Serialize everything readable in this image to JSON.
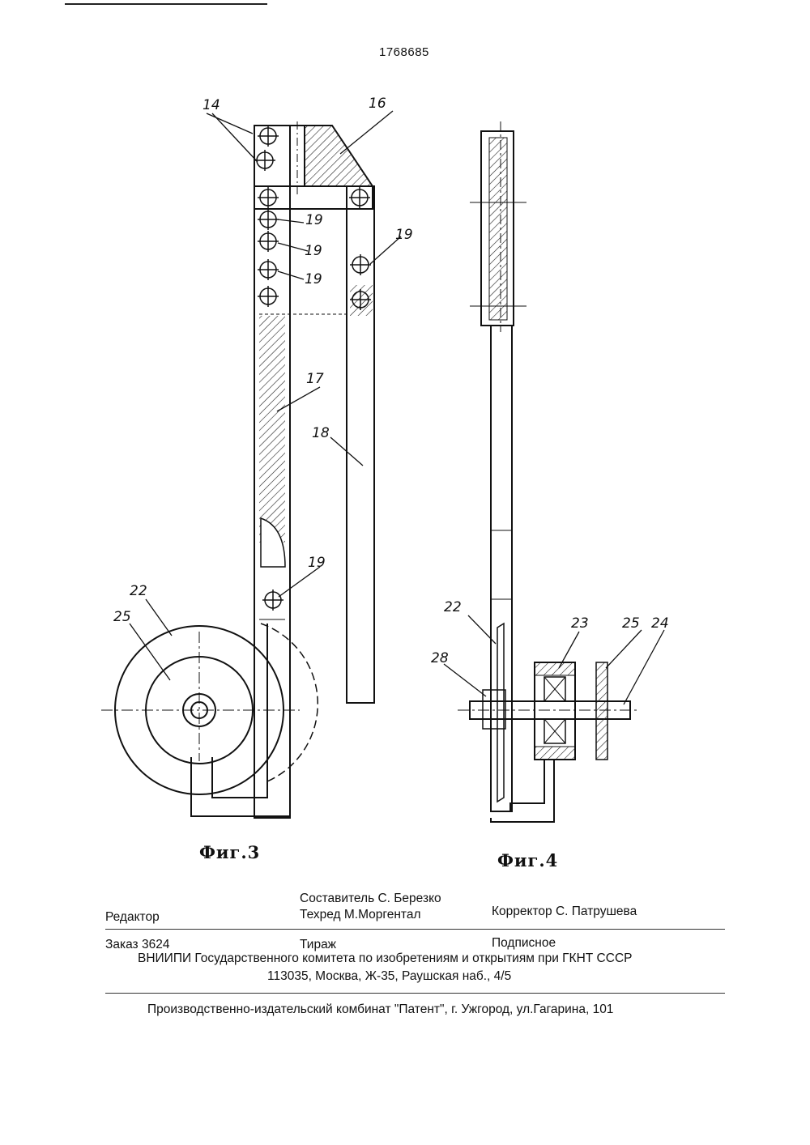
{
  "patent_number": "1768685",
  "figures": {
    "fig3_caption": "Фиг.3",
    "fig4_caption": "Фиг.4",
    "fig3_labels": {
      "l14": "14",
      "l16": "16",
      "l19a": "19",
      "l19b": "19",
      "l19c": "19",
      "l19d": "19",
      "l19e": "19",
      "l17": "17",
      "l18": "18",
      "l22": "22",
      "l25": "25"
    },
    "fig4_labels": {
      "l22": "22",
      "l23": "23",
      "l25": "25",
      "l24": "24",
      "l28": "28"
    }
  },
  "footer": {
    "editor_label": "Редактор",
    "compiler": "Составитель  С. Березко",
    "techred": "Техред М.Моргентал",
    "corrector": "Корректор  С. Патрушева",
    "order": "Заказ  3624",
    "circulation": "Тираж",
    "subscription": "Подписное",
    "org_line": "ВНИИПИ Государственного комитета по изобретениям и открытиям при ГКНТ СССР",
    "address_line": "113035, Москва, Ж-35, Раушская наб., 4/5",
    "publisher_line": "Производственно-издательский комбинат \"Патент\", г. Ужгород, ул.Гагарина, 101"
  }
}
